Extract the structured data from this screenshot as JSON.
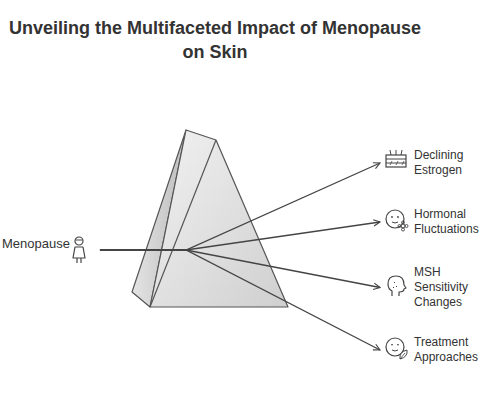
{
  "diagram": {
    "title": "Unveiling the Multifaceted Impact of Menopause on Skin",
    "nodes": [
      {
        "text": [
          "Menopause"
        ]
      },
      {
        "text": [
          "Declining Estrogen"
        ]
      },
      {
        "text": [
          "Hormonal Fluctuations"
        ]
      },
      {
        "text": [
          "MSH Sensitivity Changes"
        ]
      },
      {
        "text": [
          "Treatment Approaches"
        ]
      }
    ],
    "edges": [
      {
        "from": 0,
        "to": 1,
        "arrow": "to"
      },
      {
        "from": 0,
        "to": 2,
        "arrow": "to"
      },
      {
        "from": 0,
        "to": 3,
        "arrow": "to"
      },
      {
        "from": 0,
        "to": 4,
        "arrow": "to"
      }
    ]
  }
}
